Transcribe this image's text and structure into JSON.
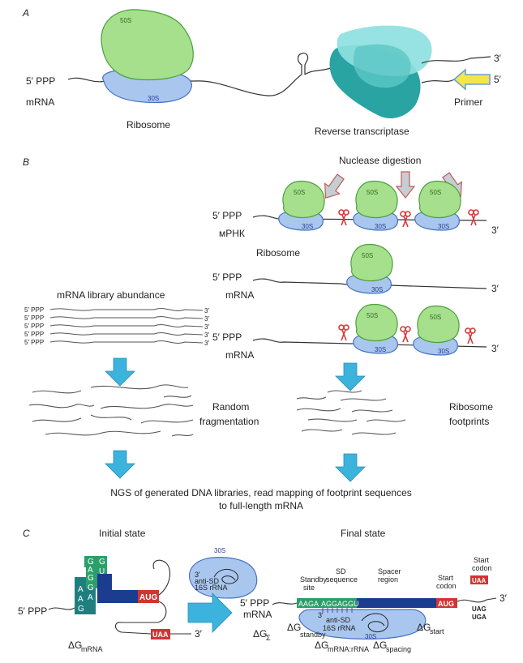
{
  "panel_a": {
    "letter": "A",
    "subunit_50s": "50S",
    "subunit_30s": "30S",
    "five_ppp": "5′ PPP",
    "mrna": "mRNA",
    "ribosome": "Ribosome",
    "reverse_transcriptase": "Reverse transcriptase",
    "three_prime": "3′",
    "five_prime": "5′",
    "primer": "Primer"
  },
  "panel_b": {
    "letter": "B",
    "nuclease_digestion": "Nuclease digestion",
    "five_ppp": "5′ PPP",
    "mrna_ru": "мРНК",
    "mrna": "mRNA",
    "ribosome": "Ribosome",
    "three_prime": "3′",
    "subunit_50s": "50S",
    "subunit_30s": "30S",
    "library_title": "mRNA library abundance",
    "random_fragmentation_1": "Random",
    "random_fragmentation_2": "fragmentation",
    "footprints_1": "Ribosome",
    "footprints_2": "footprints",
    "ngs_1": "NGS of generated DNA libraries, read mapping of footprint sequences",
    "ngs_2": "to full-length mRNA"
  },
  "panel_c": {
    "letter": "C",
    "initial_state": "Initial state",
    "final_state": "Final state",
    "five_ppp": "5′ PPP",
    "mrna": "mRNA",
    "three_prime": "3′",
    "aug": "AUG",
    "uaa": "UAA",
    "uag": "UAG",
    "uga": "UGA",
    "stem_letters": [
      "A",
      "A",
      "G",
      "A",
      "G",
      "G",
      "A",
      "G",
      "G",
      "U"
    ],
    "subunit_30s": "30S",
    "anti_sd": "anti-SD",
    "rrna_16s": "16S rRNA",
    "three_prime_small": "3′",
    "standby_site_1": "Standby",
    "standby_site_2": "site",
    "sd_sequence_1": "SD",
    "sd_sequence_2": "sequence",
    "spacer_region_1": "Spacer",
    "spacer_region_2": "region",
    "start_codon_1": "Start",
    "start_codon_2": "codon",
    "seq_aaga": "AAGA",
    "seq_sd": "AGGAGGU",
    "dg_mrna": "ΔG",
    "dg_mrna_sub": "mRNA",
    "dg_sigma": "ΔG",
    "dg_sigma_sub": "Σ",
    "dg_standby": "ΔG",
    "dg_standby_sub": "standby",
    "dg_start": "ΔG",
    "dg_start_sub": "start",
    "dg_mrna_rrna": "ΔG",
    "dg_mrna_rrna_sub": "mRNA:rRNA",
    "dg_spacing": "ΔG",
    "dg_spacing_sub": "spacing"
  },
  "colors": {
    "ribosome_50s": "#a6e08d",
    "ribosome_30s": "#a9c7ee",
    "rt_light": "#8ee0e0",
    "rt_dark": "#2aa3a3",
    "arrow_blue": "#3bb3dd",
    "primer_yellow": "#f4e54b",
    "nuclease_arrow": "#c5cfd3",
    "scissors_red": "#d33a3a",
    "green_box": "#2b9f6a",
    "teal_box": "#1f7f7f",
    "navy_box": "#1b3c8f",
    "red_box": "#d23434"
  }
}
